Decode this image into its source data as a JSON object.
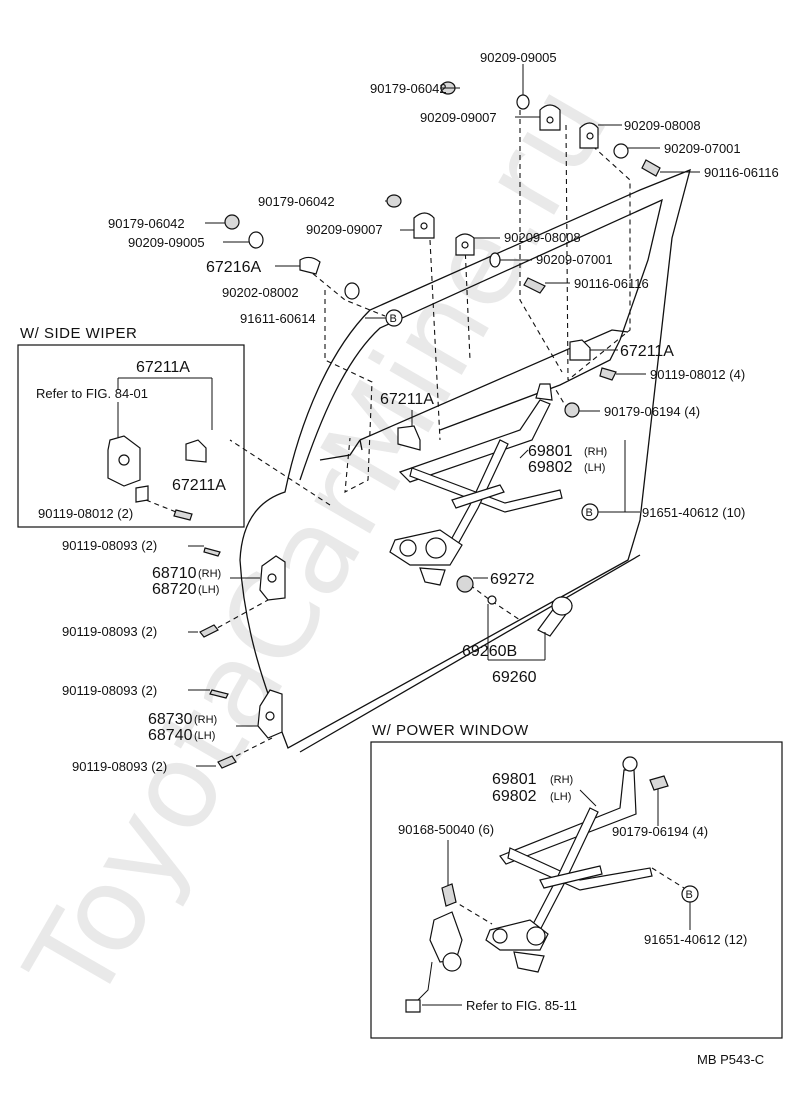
{
  "watermark": "ToyotaCarMine.ru",
  "page_code": "MB  P543-C",
  "sections": {
    "side_wiper": {
      "title": "W/ SIDE  WIPER",
      "label_67211a_top": "67211A",
      "refer": "Refer to FIG. 84-01",
      "label_67211a_bottom": "67211A",
      "label_90119_08012": "90119-08012 (2)"
    },
    "power_window": {
      "title": "W/ POWER  WINDOW",
      "regulator_rh": "69801",
      "regulator_lh": "69802",
      "rh": "(RH)",
      "lh": "(LH)",
      "label_90179_06194": "90179-06194 (4)",
      "label_90168_50040": "90168-50040 (6)",
      "label_91651_40612": "91651-40612 (12)",
      "refer": "Refer to FIG. 85-11",
      "bolt_mark": "B"
    }
  },
  "labels": {
    "p90209_09005_top": "90209-09005",
    "p90179_06042_top": "90179-06042",
    "p90209_09007_top": "90209-09007",
    "p90209_08008_top": "90209-08008",
    "p90209_07001_top": "90209-07001",
    "p90116_06116_top": "90116-06116",
    "p90179_06042_mid": "90179-06042",
    "p90179_06042_left": "90179-06042",
    "p90209_09005_left": "90209-09005",
    "p90209_09007_mid": "90209-09007",
    "p90209_08008_mid": "90209-08008",
    "p90209_07001_mid": "90209-07001",
    "p67216a": "67216A",
    "p90116_06116_mid": "90116-06116",
    "p90202_08002": "90202-08002",
    "p91611_60614": "91611-60614",
    "p67211a_right": "67211A",
    "p90119_08012_4": "90119-08012 (4)",
    "p67211a_center": "67211A",
    "p90179_06194_4": "90179-06194 (4)",
    "p69801": "69801",
    "p69802": "69802",
    "rh": "(RH)",
    "lh": "(LH)",
    "p91651_40612_10": "91651-40612 (10)",
    "p90119_08093_a": "90119-08093 (2)",
    "p68710": "68710",
    "p68720": "68720",
    "p90119_08093_b": "90119-08093 (2)",
    "p69272": "69272",
    "p69260b": "69260B",
    "p69260": "69260",
    "p90119_08093_c": "90119-08093 (2)",
    "p68730": "68730",
    "p68740": "68740",
    "p90119_08093_d": "90119-08093 (2)",
    "bolt_mark": "B"
  }
}
